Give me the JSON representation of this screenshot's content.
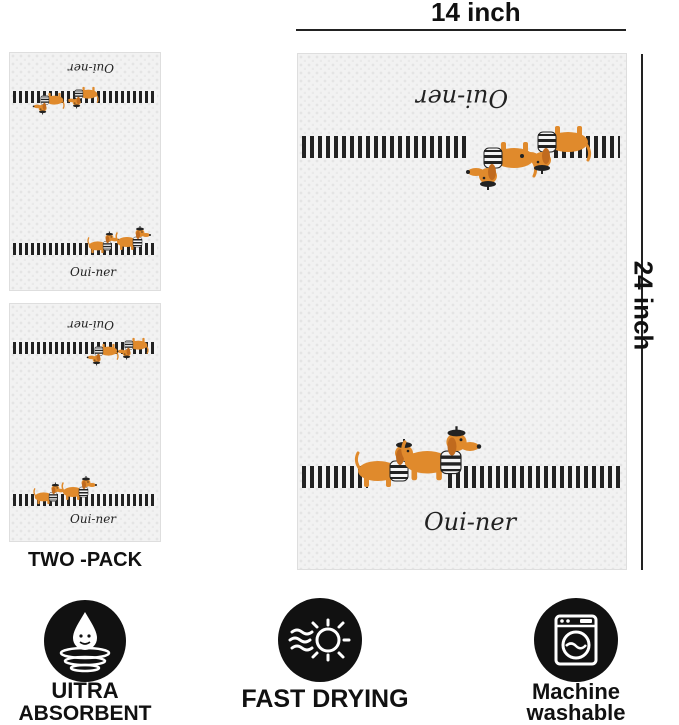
{
  "dimensions": {
    "width_label": "14 inch",
    "height_label": "24 inch"
  },
  "pack_label": "TWO -PACK",
  "towel_text": "Oui-ner",
  "features": [
    {
      "icon": "water-drop-icon",
      "line1": "UITRA",
      "line2": "ABSORBENT"
    },
    {
      "icon": "sun-heat-icon",
      "line1": "FAST DRYING",
      "line2": ""
    },
    {
      "icon": "washing-machine-icon",
      "line1": "Machine",
      "line2": "washable"
    }
  ],
  "colors": {
    "dog": "#e08a2c",
    "stripe": "#222222",
    "icon_bg": "#111111"
  }
}
